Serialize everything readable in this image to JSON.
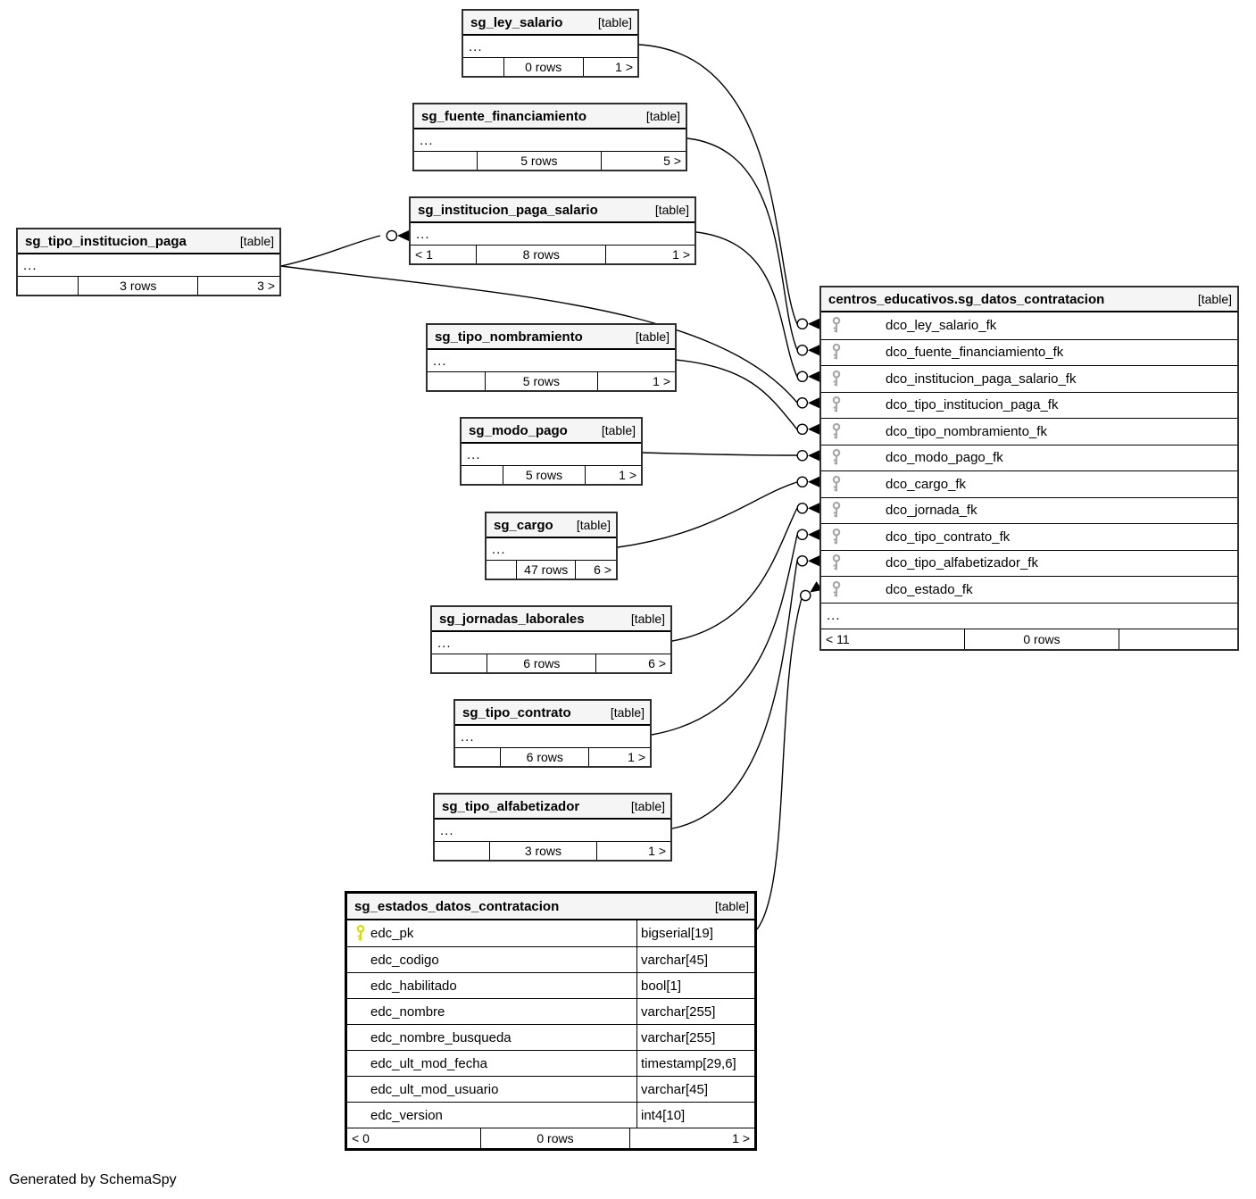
{
  "diagram": {
    "credit": "Generated by SchemaSpy"
  },
  "colors": {
    "pk_key": "#d8dd00",
    "fk_key": "#a6a6a6",
    "header_bg": "#f5f5f5",
    "line": "#000000"
  },
  "tables": [
    {
      "name": "sg_ley_salario",
      "badge": "[table]",
      "ellipsis": "...",
      "columns": [],
      "footer": {
        "left": "",
        "center": "0 rows",
        "right": "1 >"
      }
    },
    {
      "name": "sg_fuente_financiamiento",
      "badge": "[table]",
      "ellipsis": "...",
      "columns": [],
      "footer": {
        "left": "",
        "center": "5 rows",
        "right": "5 >"
      }
    },
    {
      "name": "sg_institucion_paga_salario",
      "badge": "[table]",
      "ellipsis": "...",
      "columns": [],
      "footer": {
        "left": "< 1",
        "center": "8 rows",
        "right": "1 >"
      }
    },
    {
      "name": "sg_tipo_institucion_paga",
      "badge": "[table]",
      "ellipsis": "...",
      "columns": [],
      "footer": {
        "left": "",
        "center": "3 rows",
        "right": "3 >"
      }
    },
    {
      "name": "sg_tipo_nombramiento",
      "badge": "[table]",
      "ellipsis": "...",
      "columns": [],
      "footer": {
        "left": "",
        "center": "5 rows",
        "right": "1 >"
      }
    },
    {
      "name": "sg_modo_pago",
      "badge": "[table]",
      "ellipsis": "...",
      "columns": [],
      "footer": {
        "left": "",
        "center": "5 rows",
        "right": "1 >"
      }
    },
    {
      "name": "sg_cargo",
      "badge": "[table]",
      "ellipsis": "...",
      "columns": [],
      "footer": {
        "left": "",
        "center": "47 rows",
        "right": "6 >"
      }
    },
    {
      "name": "sg_jornadas_laborales",
      "badge": "[table]",
      "ellipsis": "...",
      "columns": [],
      "footer": {
        "left": "",
        "center": "6 rows",
        "right": "6 >"
      }
    },
    {
      "name": "sg_tipo_contrato",
      "badge": "[table]",
      "ellipsis": "...",
      "columns": [],
      "footer": {
        "left": "",
        "center": "6 rows",
        "right": "1 >"
      }
    },
    {
      "name": "sg_tipo_alfabetizador",
      "badge": "[table]",
      "ellipsis": "...",
      "columns": [],
      "footer": {
        "left": "",
        "center": "3 rows",
        "right": "1 >"
      }
    },
    {
      "name": "centros_educativos.sg_datos_contratacion",
      "badge": "[table]",
      "ellipsis": "...",
      "columns": [
        {
          "name": "dco_ley_salario_fk",
          "key": "fk"
        },
        {
          "name": "dco_fuente_financiamiento_fk",
          "key": "fk"
        },
        {
          "name": "dco_institucion_paga_salario_fk",
          "key": "fk"
        },
        {
          "name": "dco_tipo_institucion_paga_fk",
          "key": "fk"
        },
        {
          "name": "dco_tipo_nombramiento_fk",
          "key": "fk"
        },
        {
          "name": "dco_modo_pago_fk",
          "key": "fk"
        },
        {
          "name": "dco_cargo_fk",
          "key": "fk"
        },
        {
          "name": "dco_jornada_fk",
          "key": "fk"
        },
        {
          "name": "dco_tipo_contrato_fk",
          "key": "fk"
        },
        {
          "name": "dco_tipo_alfabetizador_fk",
          "key": "fk"
        },
        {
          "name": "dco_estado_fk",
          "key": "fk"
        }
      ],
      "footer": {
        "left": "< 11",
        "center": "0 rows",
        "right": ""
      }
    },
    {
      "name": "sg_estados_datos_contratacion",
      "badge": "[table]",
      "ellipsis": "",
      "columns": [
        {
          "name": "edc_pk",
          "type": "bigserial[19]",
          "key": "pk"
        },
        {
          "name": "edc_codigo",
          "type": "varchar[45]",
          "key": ""
        },
        {
          "name": "edc_habilitado",
          "type": "bool[1]",
          "key": ""
        },
        {
          "name": "edc_nombre",
          "type": "varchar[255]",
          "key": ""
        },
        {
          "name": "edc_nombre_busqueda",
          "type": "varchar[255]",
          "key": ""
        },
        {
          "name": "edc_ult_mod_fecha",
          "type": "timestamp[29,6]",
          "key": ""
        },
        {
          "name": "edc_ult_mod_usuario",
          "type": "varchar[45]",
          "key": ""
        },
        {
          "name": "edc_version",
          "type": "int4[10]",
          "key": ""
        }
      ],
      "footer": {
        "left": "< 0",
        "center": "0 rows",
        "right": "1 >"
      }
    }
  ],
  "relationships": [
    {
      "from": "sg_ley_salario",
      "to": "centros_educativos.sg_datos_contratacion",
      "column": "dco_ley_salario_fk"
    },
    {
      "from": "sg_fuente_financiamiento",
      "to": "centros_educativos.sg_datos_contratacion",
      "column": "dco_fuente_financiamiento_fk"
    },
    {
      "from": "sg_institucion_paga_salario",
      "to": "centros_educativos.sg_datos_contratacion",
      "column": "dco_institucion_paga_salario_fk"
    },
    {
      "from": "sg_tipo_institucion_paga",
      "to": "centros_educativos.sg_datos_contratacion",
      "column": "dco_tipo_institucion_paga_fk"
    },
    {
      "from": "sg_tipo_institucion_paga",
      "to": "sg_institucion_paga_salario",
      "column": ""
    },
    {
      "from": "sg_tipo_nombramiento",
      "to": "centros_educativos.sg_datos_contratacion",
      "column": "dco_tipo_nombramiento_fk"
    },
    {
      "from": "sg_modo_pago",
      "to": "centros_educativos.sg_datos_contratacion",
      "column": "dco_modo_pago_fk"
    },
    {
      "from": "sg_cargo",
      "to": "centros_educativos.sg_datos_contratacion",
      "column": "dco_cargo_fk"
    },
    {
      "from": "sg_jornadas_laborales",
      "to": "centros_educativos.sg_datos_contratacion",
      "column": "dco_jornada_fk"
    },
    {
      "from": "sg_tipo_contrato",
      "to": "centros_educativos.sg_datos_contratacion",
      "column": "dco_tipo_contrato_fk"
    },
    {
      "from": "sg_tipo_alfabetizador",
      "to": "centros_educativos.sg_datos_contratacion",
      "column": "dco_tipo_alfabetizador_fk"
    },
    {
      "from": "sg_estados_datos_contratacion",
      "to": "centros_educativos.sg_datos_contratacion",
      "column": "dco_estado_fk"
    }
  ]
}
